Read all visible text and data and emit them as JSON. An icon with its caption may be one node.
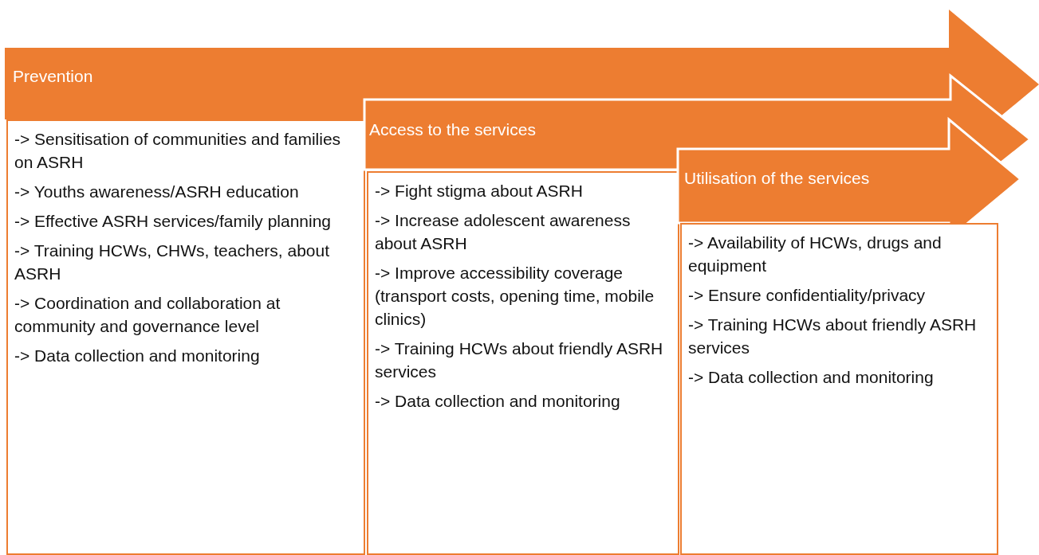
{
  "diagram": {
    "nodes": [
      {
        "text": [
          "Prevention"
        ]
      },
      {
        "text": [
          "-> Sensitisation of communities and families on ASRH",
          "-> Youths awareness/ASRH education",
          "-> Effective ASRH services/family planning",
          "-> Training HCWs, CHWs, teachers, about ASRH",
          "-> Coordination and collaboration at community and governance level",
          "-> Data collection and monitoring"
        ]
      },
      {
        "text": [
          "Access to the services"
        ]
      },
      {
        "text": [
          "-> Fight stigma about ASRH",
          "-> Increase adolescent awareness about ASRH",
          "-> Improve accessibility coverage (transport costs, opening time, mobile clinics)",
          "-> Training HCWs about friendly ASRH services",
          "-> Data collection and monitoring"
        ]
      },
      {
        "text": [
          "Utilisation of the services"
        ]
      },
      {
        "text": [
          "-> Availability of HCWs, drugs and equipment",
          "-> Ensure confidentiality/privacy",
          "-> Training HCWs about friendly ASRH services",
          "-> Data collection and monitoring"
        ]
      }
    ]
  }
}
